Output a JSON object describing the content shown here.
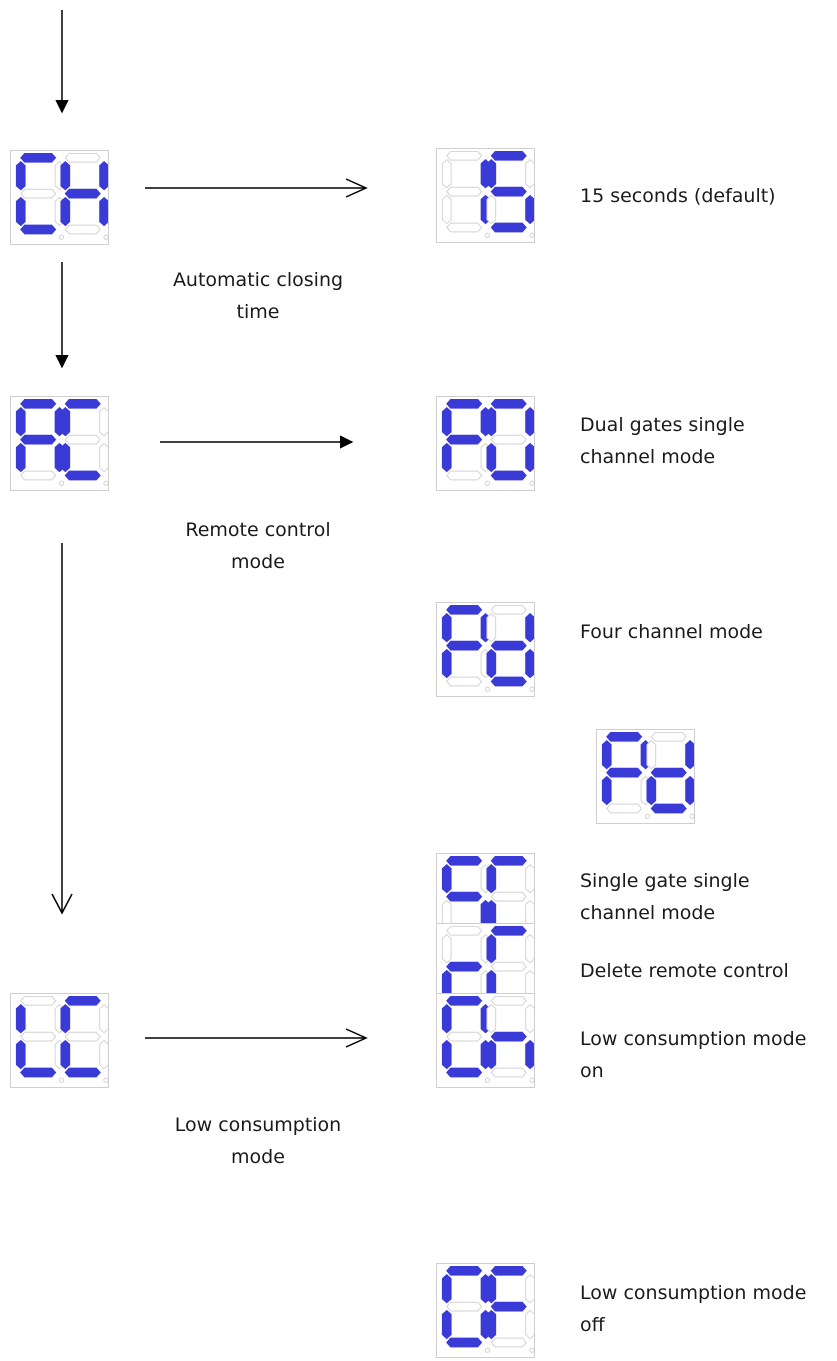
{
  "colors": {
    "segment_on": "#3a3ad6",
    "segment_off": "#d2d2d2",
    "arrow": "#000000"
  },
  "displays": {
    "ch": "CH",
    "ac": "AC",
    "lc": "LC",
    "n15": "15",
    "p0": "P0",
    "pd1": "Pd",
    "pd2": "Pd",
    "sc": "SC",
    "rc": "rC",
    "on": "On",
    "of": "OF"
  },
  "labels": {
    "auto_closing": "Automatic closing time",
    "remote_control": "Remote control mode",
    "low_consumption": "Low consumption mode",
    "fifteen_seconds": "15 seconds (default)",
    "dual_gates": "Dual gates single channel mode",
    "four_channel": "Four channel mode",
    "single_gate": "Single gate single channel mode",
    "delete_remote": "Delete remote control",
    "low_on": "Low consumption mode on",
    "low_off": "Low consumption mode off"
  }
}
